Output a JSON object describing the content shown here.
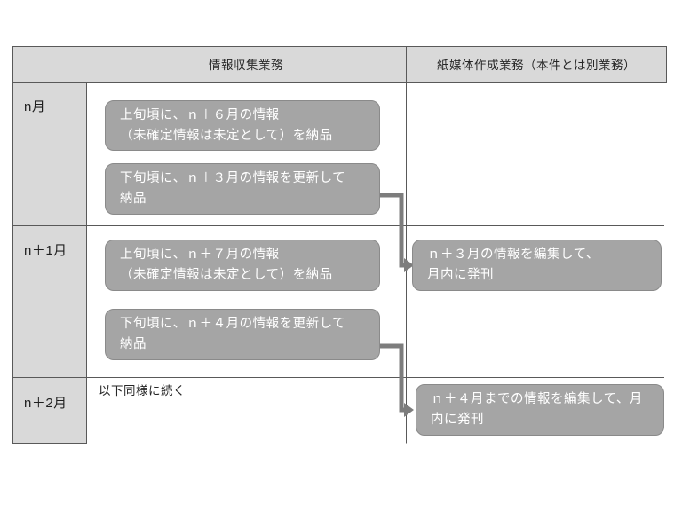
{
  "diagram": {
    "header": {
      "collect": "情報収集業務",
      "paper": "紙媒体作成業務（本件とは別業務）"
    },
    "rows": [
      {
        "label": "n月",
        "boxes": [
          {
            "text": "上旬頃に、ｎ＋６月の情報\n（未確定情報は未定として）を納品"
          },
          {
            "text": "下旬頃に、ｎ＋３月の情報を更新して\n納品"
          }
        ]
      },
      {
        "label": "n＋1月",
        "boxes": [
          {
            "text": "上旬頃に、ｎ＋７月の情報\n（未確定情報は未定として）を納品"
          },
          {
            "text": "下旬頃に、ｎ＋４月の情報を更新して\n納品"
          }
        ],
        "paper_box": {
          "text": "ｎ＋３月の情報を編集して、\n月内に発刊"
        }
      },
      {
        "label": "n＋2月",
        "note": "以下同様に続く",
        "paper_box": {
          "text": "ｎ＋４月までの情報を編集して、月\n内に発刊"
        }
      }
    ],
    "arrows": [
      {
        "name": "arrow-late-n-to-publish",
        "from": "下旬頃に、ｎ＋３月の情報を更新して納品",
        "to": "ｎ＋３月の情報を編集して、月内に発刊"
      },
      {
        "name": "arrow-late-n1-to-publish",
        "from": "下旬頃に、ｎ＋４月の情報を更新して納品",
        "to": "ｎ＋４月までの情報を編集して、月内に発刊"
      }
    ],
    "colors": {
      "header_bg": "#d9d9d9",
      "stub_bg": "#d9d9d9",
      "box_fill": "#a5a5a5",
      "box_border": "#8a8a8a",
      "box_text": "#ffffff",
      "grid_line": "#595959",
      "arrow": "#7d7d7d",
      "text": "#262626"
    }
  }
}
